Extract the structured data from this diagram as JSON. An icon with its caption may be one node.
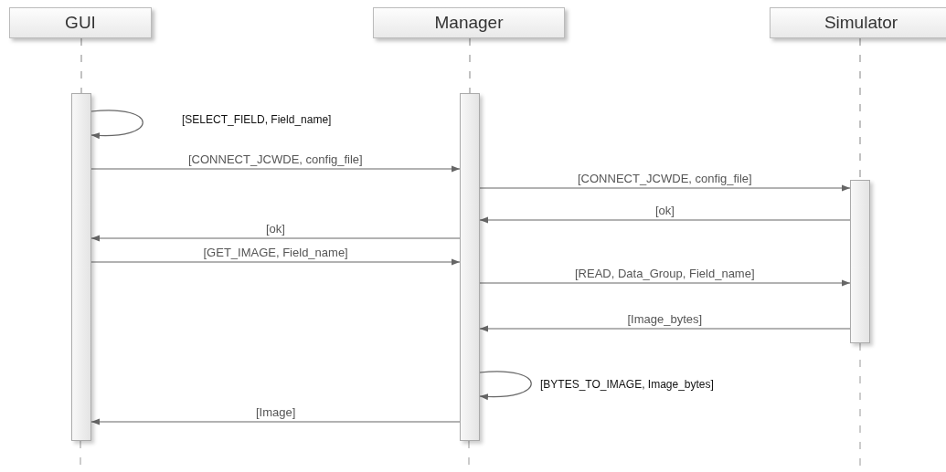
{
  "diagram": {
    "nodes": [
      {
        "text": [
          "GUI"
        ]
      },
      {
        "text": [
          "Manager"
        ]
      },
      {
        "text": [
          "Simulator"
        ]
      },
      {
        "text": [],
        "shape": "bar"
      },
      {
        "text": [],
        "shape": "bar"
      },
      {
        "text": [],
        "shape": "bar"
      }
    ],
    "edges": [
      {
        "from": 0,
        "to": 3,
        "arrow": "none",
        "style": "dashed"
      },
      {
        "from": 1,
        "to": 4,
        "arrow": "none",
        "style": "dashed"
      },
      {
        "from": 2,
        "to": 5,
        "arrow": "none",
        "style": "dashed"
      },
      {
        "from": 3,
        "to": 3,
        "arrow": "to",
        "label": "[SELECT_FIELD, Field_name]"
      },
      {
        "from": 3,
        "to": 4,
        "arrow": "to",
        "label": "[CONNECT_JCWDE, config_file]"
      },
      {
        "from": 4,
        "to": 5,
        "arrow": "to",
        "label": "[CONNECT_JCWDE, config_file]"
      },
      {
        "from": 5,
        "to": 4,
        "arrow": "to",
        "label": "[ok]"
      },
      {
        "from": 4,
        "to": 3,
        "arrow": "to",
        "label": "[ok]"
      },
      {
        "from": 3,
        "to": 4,
        "arrow": "to",
        "label": "[GET_IMAGE, Field_name]"
      },
      {
        "from": 4,
        "to": 5,
        "arrow": "to",
        "label": "[READ, Data_Group, Field_name]"
      },
      {
        "from": 5,
        "to": 4,
        "arrow": "to",
        "label": "[Image_bytes]"
      },
      {
        "from": 4,
        "to": 4,
        "arrow": "to",
        "label": "[BYTES_TO_IMAGE, Image_bytes]"
      },
      {
        "from": 4,
        "to": 3,
        "arrow": "to",
        "label": "[Image]"
      }
    ]
  }
}
